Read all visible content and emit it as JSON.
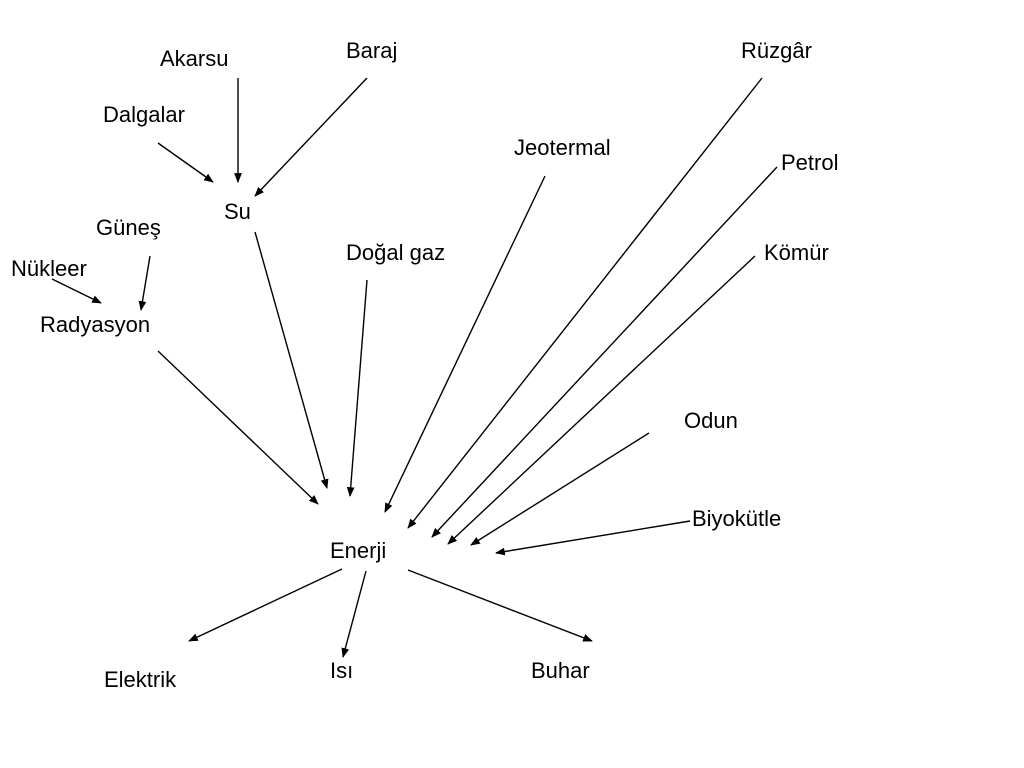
{
  "diagram": {
    "line_color": "#000000",
    "nodes": {
      "akarsu": "Akarsu",
      "baraj": "Baraj",
      "ruzgar": "Rüzgâr",
      "dalgalar": "Dalgalar",
      "jeotermal": "Jeotermal",
      "petrol": "Petrol",
      "su": "Su",
      "gunes": "Güneş",
      "dogalgaz": "Doğal gaz",
      "komur": "Kömür",
      "nukleer": "Nükleer",
      "radyasyon": "Radyasyon",
      "odun": "Odun",
      "biyokutle": "Biyokütle",
      "enerji": "Enerji",
      "elektrik": "Elektrik",
      "isi": "Isı",
      "buhar": "Buhar"
    },
    "edges": [
      {
        "from": "akarsu",
        "to": "su"
      },
      {
        "from": "dalgalar",
        "to": "su"
      },
      {
        "from": "baraj",
        "to": "su"
      },
      {
        "from": "gunes",
        "to": "radyasyon"
      },
      {
        "from": "nukleer",
        "to": "radyasyon"
      },
      {
        "from": "su",
        "to": "enerji"
      },
      {
        "from": "radyasyon",
        "to": "enerji"
      },
      {
        "from": "dogalgaz",
        "to": "enerji"
      },
      {
        "from": "jeotermal",
        "to": "enerji"
      },
      {
        "from": "ruzgar",
        "to": "enerji"
      },
      {
        "from": "petrol",
        "to": "enerji"
      },
      {
        "from": "komur",
        "to": "enerji"
      },
      {
        "from": "odun",
        "to": "enerji"
      },
      {
        "from": "biyokutle",
        "to": "enerji"
      },
      {
        "from": "enerji",
        "to": "elektrik"
      },
      {
        "from": "enerji",
        "to": "isi"
      },
      {
        "from": "enerji",
        "to": "buhar"
      }
    ]
  }
}
